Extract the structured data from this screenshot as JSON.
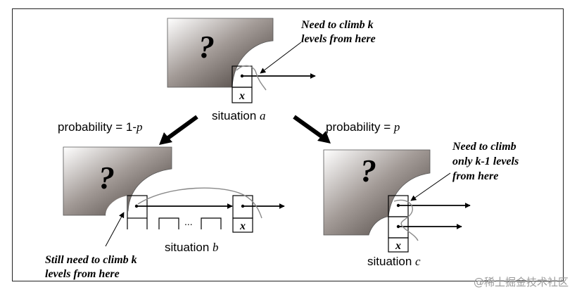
{
  "diagram": {
    "question_mark": "?",
    "cell_label": "x",
    "ellipsis": "...",
    "top": {
      "note_line1": "Need to climb k",
      "note_line2": "levels from here",
      "caption_prefix": "situation ",
      "caption_var": "a"
    },
    "left_prob": {
      "prefix": "probability = 1-",
      "var": "p"
    },
    "right_prob": {
      "prefix": "probability = ",
      "var": "p"
    },
    "bottom_left": {
      "caption_prefix": "situation ",
      "caption_var": "b",
      "note_line1": "Still need to climb k",
      "note_line2": "levels from here"
    },
    "bottom_right": {
      "caption_prefix": "situation ",
      "caption_var": "c",
      "note_line1": "Need to climb",
      "note_line2": "only k-1 levels",
      "note_line3": "from here"
    }
  },
  "watermark": "@稀土掘金技术社区"
}
